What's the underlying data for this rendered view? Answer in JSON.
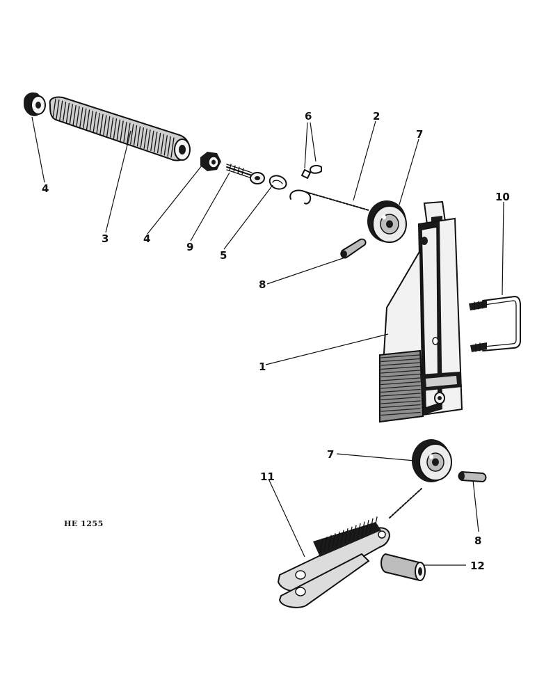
{
  "drawing_ref": "HE 1255",
  "callouts": {
    "p1": "1",
    "p2": "2",
    "p3": "3",
    "p4a": "4",
    "p4b": "4",
    "p5": "5",
    "p6": "6",
    "p7a": "7",
    "p7b": "7",
    "p8a": "8",
    "p8b": "8",
    "p9": "9",
    "p10": "10",
    "p11": "11",
    "p12": "12"
  }
}
